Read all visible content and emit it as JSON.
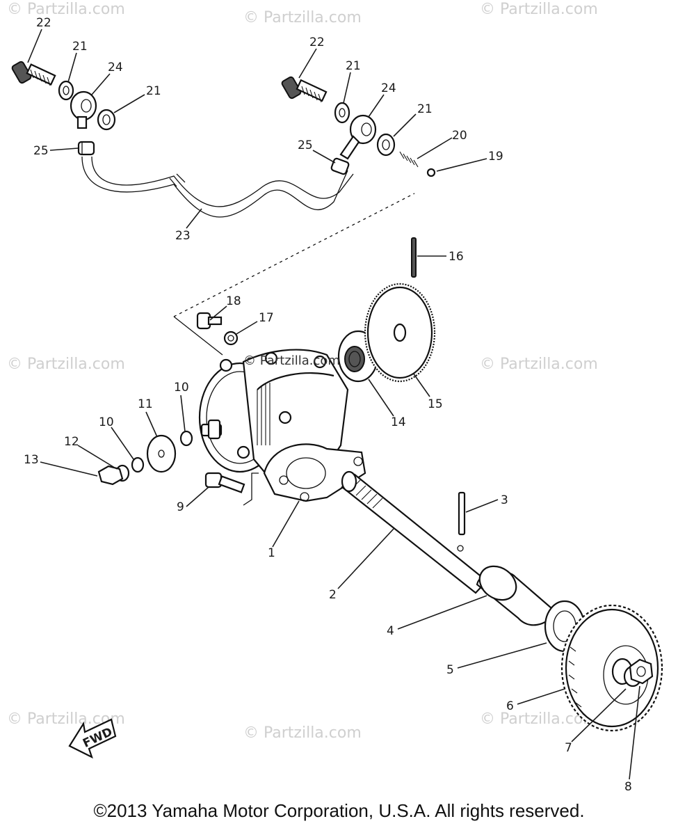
{
  "watermark": "© Partzilla.com",
  "center_watermark": "© Partzilla.com",
  "fwd_label": "FWD",
  "copyright": "©2013 Yamaha Motor Corporation, U.S.A. All rights reserved.",
  "callouts": {
    "c1": "1",
    "c2": "2",
    "c3": "3",
    "c4": "4",
    "c5": "5",
    "c6": "6",
    "c7": "7",
    "c8": "8",
    "c9": "9",
    "c10a": "10",
    "c10b": "10",
    "c11": "11",
    "c12": "12",
    "c13": "13",
    "c14": "14",
    "c15": "15",
    "c16": "16",
    "c17": "17",
    "c18": "18",
    "c19": "19",
    "c20": "20",
    "c21a": "21",
    "c21b": "21",
    "c21c": "21",
    "c21d": "21",
    "c22a": "22",
    "c22b": "22",
    "c23": "23",
    "c24a": "24",
    "c24b": "24",
    "c25a": "25",
    "c25b": "25"
  }
}
